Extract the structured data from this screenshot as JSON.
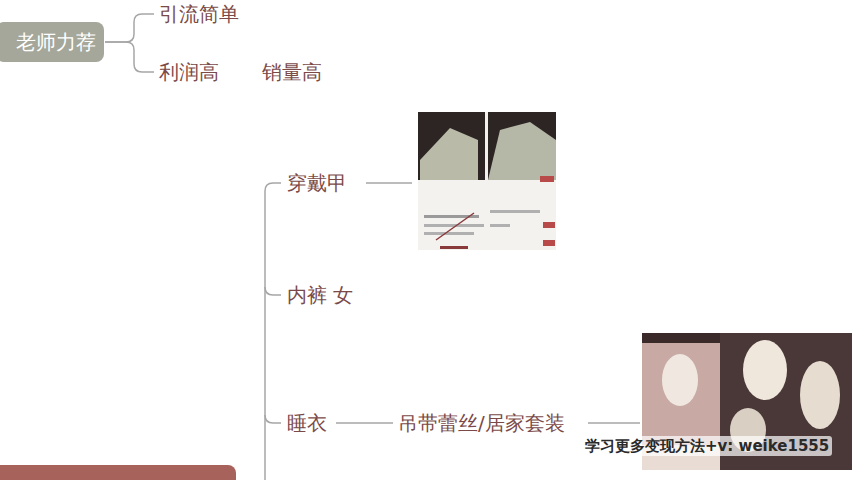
{
  "diagram": {
    "nodes": [
      {
        "text": [
          "老师力荐"
        ]
      },
      {
        "text": [
          "引流简单"
        ]
      },
      {
        "text": [
          "利润高"
        ]
      },
      {
        "text": [
          "穿戴甲"
        ]
      },
      {
        "text": [
          "内裤 女"
        ]
      },
      {
        "text": [
          "睡衣"
        ]
      },
      {
        "text": [
          "吊带蕾丝/居家套装"
        ]
      }
    ],
    "edges": [
      {
        "from": 0,
        "to": 1,
        "arrow": "none"
      },
      {
        "from": 0,
        "to": 2,
        "arrow": "none"
      },
      {
        "from": 5,
        "to": 6,
        "arrow": "none"
      }
    ],
    "labels": [
      "销量高",
      "学习更多变现方法+v: weike1555"
    ]
  }
}
